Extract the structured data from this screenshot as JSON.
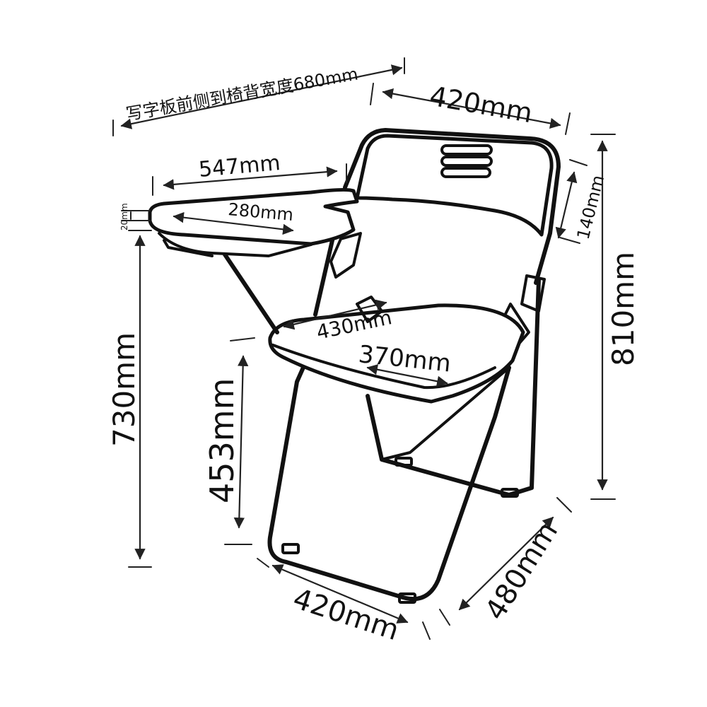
{
  "dimensions": {
    "depth_label": "写字板前侧到椅背宽度680mm",
    "back_width": "420mm",
    "tablet_length": "547mm",
    "tablet_width": "280mm",
    "tablet_thickness": "20mm",
    "back_height": "140mm",
    "total_height": "810mm",
    "tablet_height": "730mm",
    "seat_height": "453mm",
    "seat_width": "430mm",
    "seat_depth": "370mm",
    "base_width": "420mm",
    "base_depth": "480mm"
  }
}
